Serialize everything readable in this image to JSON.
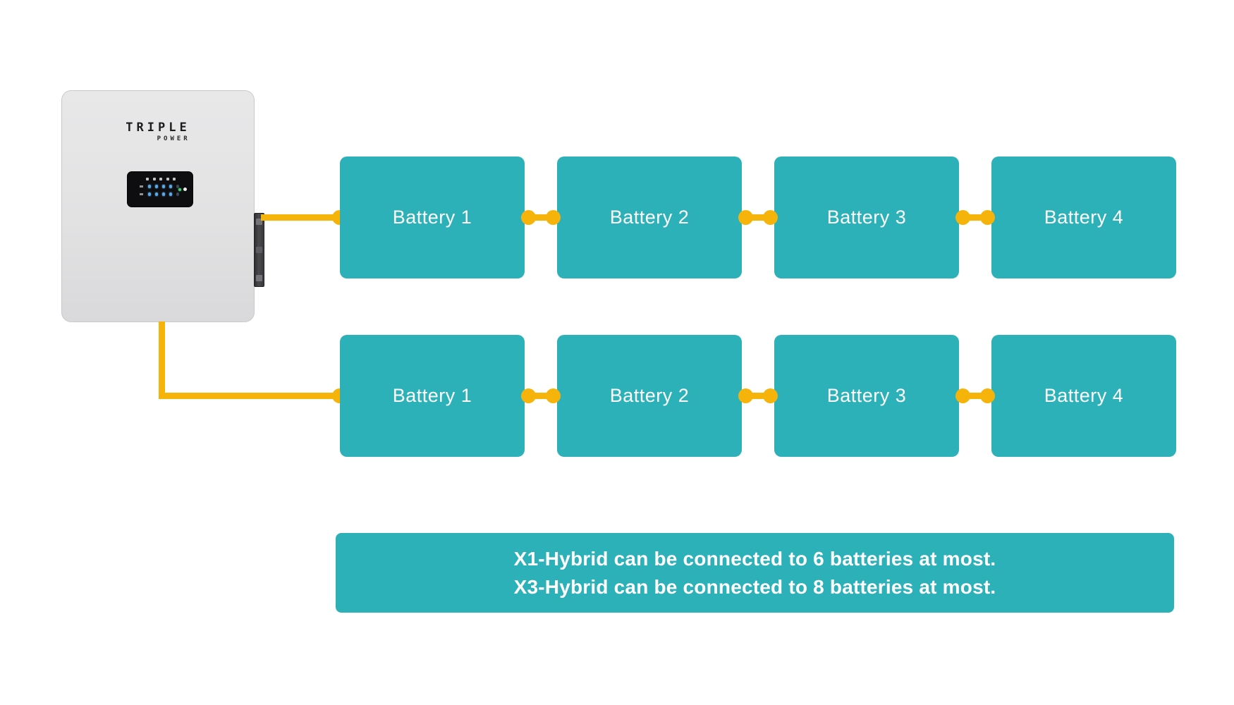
{
  "inverter": {
    "brand_top": "TRIPLE",
    "brand_bottom": "POWER",
    "display": {
      "indicator_icon_count": 5,
      "led_rows": 2,
      "leds_per_row": 5,
      "status_leds": [
        "green",
        "white"
      ]
    }
  },
  "rows": [
    {
      "batteries": [
        "Battery 1",
        "Battery 2",
        "Battery 3",
        "Battery 4"
      ]
    },
    {
      "batteries": [
        "Battery 1",
        "Battery 2",
        "Battery 3",
        "Battery 4"
      ]
    }
  ],
  "note": {
    "line1": "X1-Hybrid can be connected to 6 batteries at most.",
    "line2": "X3-Hybrid can be connected to 8 batteries at most."
  },
  "colors": {
    "teal": "#2db1b9",
    "yellow": "#f6b40a",
    "gray": "#e2e2e3",
    "panel": "#0e0e10",
    "ledBlue": "#5aa9e6",
    "ledGreen": "#3ed06e"
  }
}
